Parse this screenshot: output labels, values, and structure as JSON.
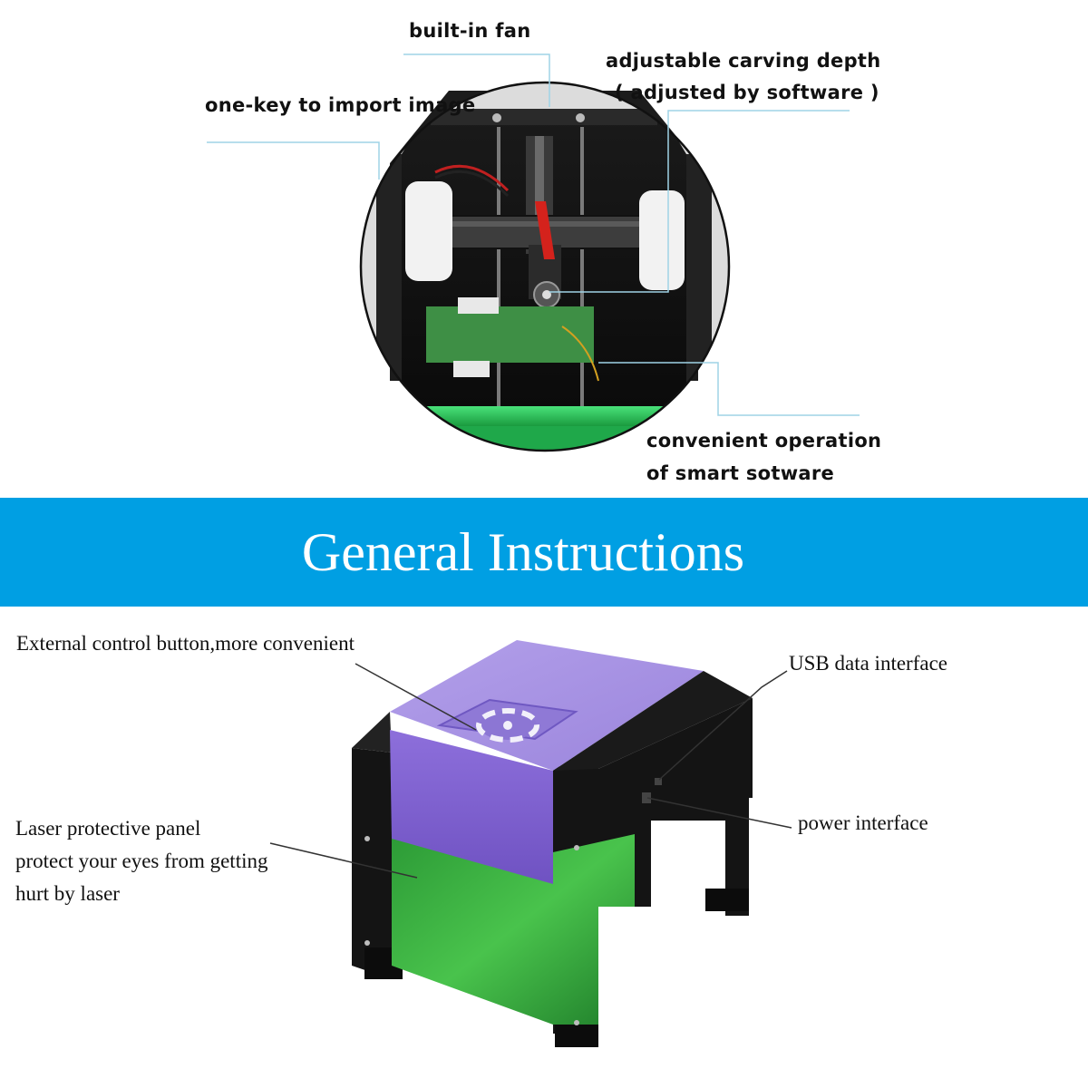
{
  "top_callouts": {
    "fan": "built-in fan",
    "depth_line1": "adjustable carving depth",
    "depth_line2": "( adjusted by software )",
    "import": "one-key to import image",
    "operation_line1": "convenient operation",
    "operation_line2": "of smart sotware"
  },
  "banner": {
    "title": "General Instructions",
    "color": "#009fe3"
  },
  "bottom_callouts": {
    "control": "External control button,more convenient",
    "usb": "USB data interface",
    "power": "power interface",
    "panel_line1": "Laser protective panel",
    "panel_line2": "protect your eyes from getting",
    "panel_line3": "hurt by laser"
  },
  "colors": {
    "leader_line": "#9fd3e6",
    "lid": "#a48fe0",
    "front": "#7d5fd0",
    "frame": "#111111",
    "panel": "#2fae3a"
  }
}
